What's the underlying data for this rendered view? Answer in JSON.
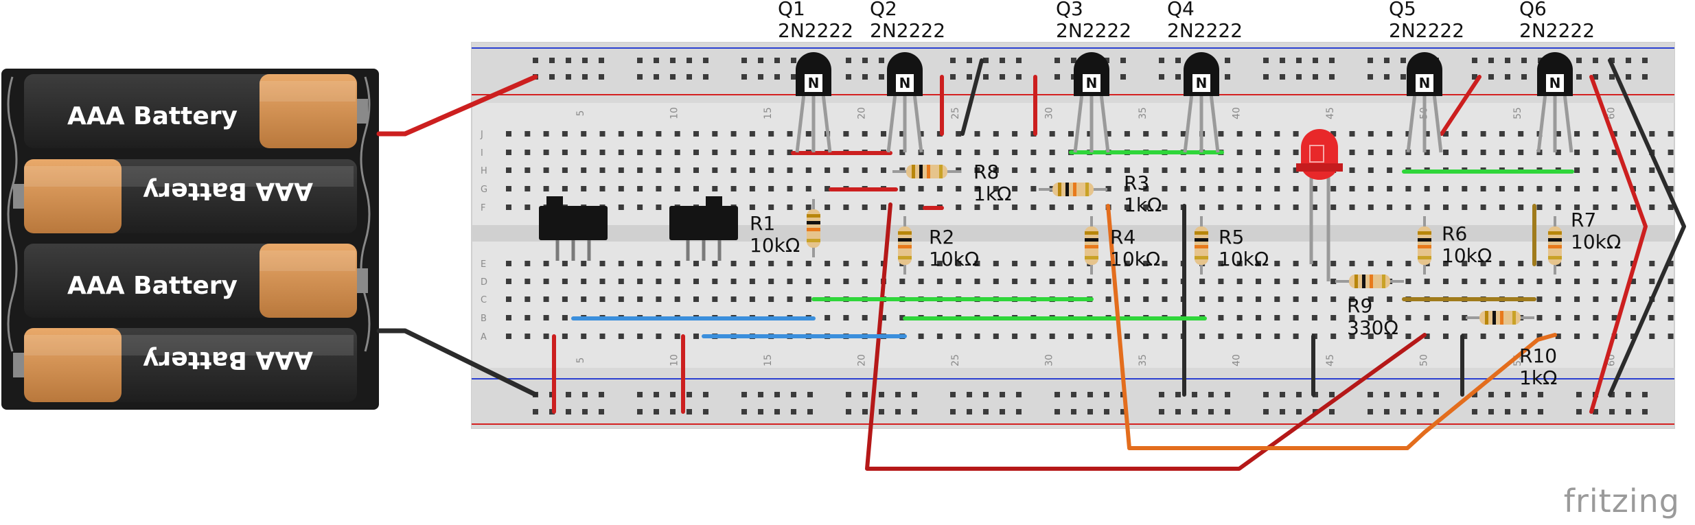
{
  "watermark": "fritzing",
  "batteries": {
    "label": "AAA Battery",
    "cells": [
      {
        "orientation": "normal"
      },
      {
        "orientation": "flipped"
      },
      {
        "orientation": "normal"
      },
      {
        "orientation": "flipped"
      }
    ]
  },
  "breadboard": {
    "column_numbers": [
      "5",
      "10",
      "15",
      "20",
      "25",
      "30",
      "35",
      "40",
      "45",
      "50",
      "55",
      "60"
    ],
    "row_letters_top": [
      "J",
      "I",
      "H",
      "G",
      "F"
    ],
    "row_letters_bottom": [
      "E",
      "D",
      "C",
      "B",
      "A"
    ]
  },
  "transistors": [
    {
      "id": "Q1",
      "part": "2N2222",
      "letter": "N"
    },
    {
      "id": "Q2",
      "part": "2N2222",
      "letter": "N"
    },
    {
      "id": "Q3",
      "part": "2N2222",
      "letter": "N"
    },
    {
      "id": "Q4",
      "part": "2N2222",
      "letter": "N"
    },
    {
      "id": "Q5",
      "part": "2N2222",
      "letter": "N"
    },
    {
      "id": "Q6",
      "part": "2N2222",
      "letter": "N"
    }
  ],
  "resistors": [
    {
      "id": "R1",
      "value": "10kΩ"
    },
    {
      "id": "R2",
      "value": "10kΩ"
    },
    {
      "id": "R3",
      "value": "1kΩ"
    },
    {
      "id": "R4",
      "value": "10kΩ"
    },
    {
      "id": "R5",
      "value": "10kΩ"
    },
    {
      "id": "R6",
      "value": "10kΩ"
    },
    {
      "id": "R7",
      "value": "10kΩ"
    },
    {
      "id": "R8",
      "value": "1kΩ"
    },
    {
      "id": "R9",
      "value": "330Ω"
    },
    {
      "id": "R10",
      "value": "1kΩ"
    }
  ],
  "colors": {
    "red_wire": "#cc1f1f",
    "black_wire": "#2b2b2b",
    "green_wire": "#2fd63a",
    "blue_wire": "#3b8fdc",
    "orange_wire": "#e36d1d",
    "olive_wire": "#a07b1c",
    "board": "#e3e3e3",
    "led": "#e8282a"
  }
}
